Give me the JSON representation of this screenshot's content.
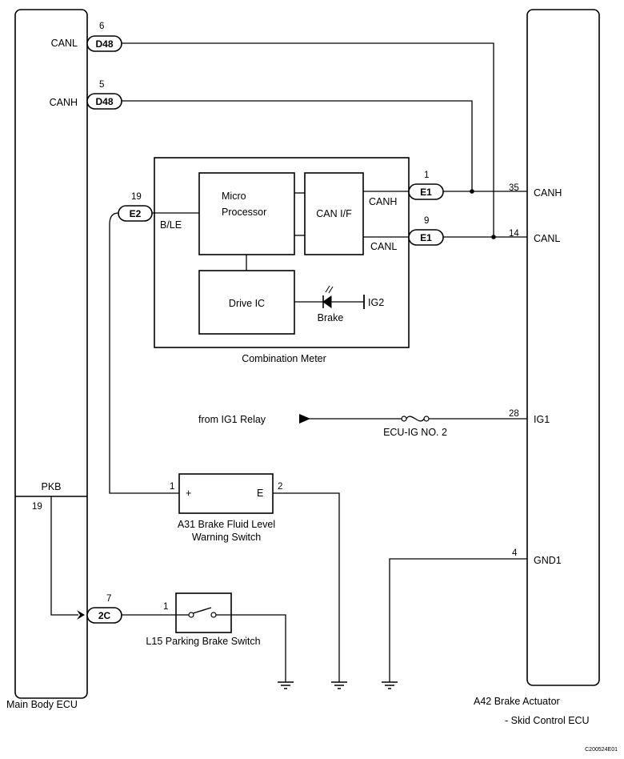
{
  "main_body_ecu": {
    "name": "Main Body ECU",
    "pins": {
      "canl_label": "CANL",
      "canl_pin": "6",
      "canl_conn": "D48",
      "canh_label": "CANH",
      "canh_pin": "5",
      "canh_conn": "D48",
      "pkb_label": "PKB",
      "pkb_pin": "19"
    }
  },
  "combination_meter": {
    "name": "Combination Meter",
    "micro_line1": "Micro",
    "micro_line2": "Processor",
    "can_if": "CAN I/F",
    "drive_ic": "Drive IC",
    "brake_lamp": "Brake",
    "ig2": "IG2",
    "ble": "B/LE",
    "canh_label": "CANH",
    "canl_label": "CANL",
    "e2_conn": "E2",
    "e2_pin": "19",
    "e1_conn": "E1",
    "e1_canh_pin": "1",
    "e1_canl_pin": "9"
  },
  "brake_actuator": {
    "name_line1": "A42  Brake Actuator",
    "name_line2": "- Skid Control ECU",
    "canh_pin": "35",
    "canh_label": "CANH",
    "canl_pin": "14",
    "canl_label": "CANL",
    "ig1_pin": "28",
    "ig1_label": "IG1",
    "gnd_pin": "4",
    "gnd_label": "GND1"
  },
  "ig1_feed": {
    "from_label": "from IG1 Relay",
    "fuse_label": "ECU-IG NO. 2"
  },
  "fluid_switch": {
    "line1": "A31  Brake Fluid Level",
    "line2": "Warning Switch",
    "plus": "+",
    "e": "E",
    "pin1": "1",
    "pin2": "2"
  },
  "parking_switch": {
    "name": "L15  Parking Brake Switch",
    "pin": "1",
    "conn": "2C",
    "conn_pin": "7"
  },
  "figure_code": "C200524E01"
}
